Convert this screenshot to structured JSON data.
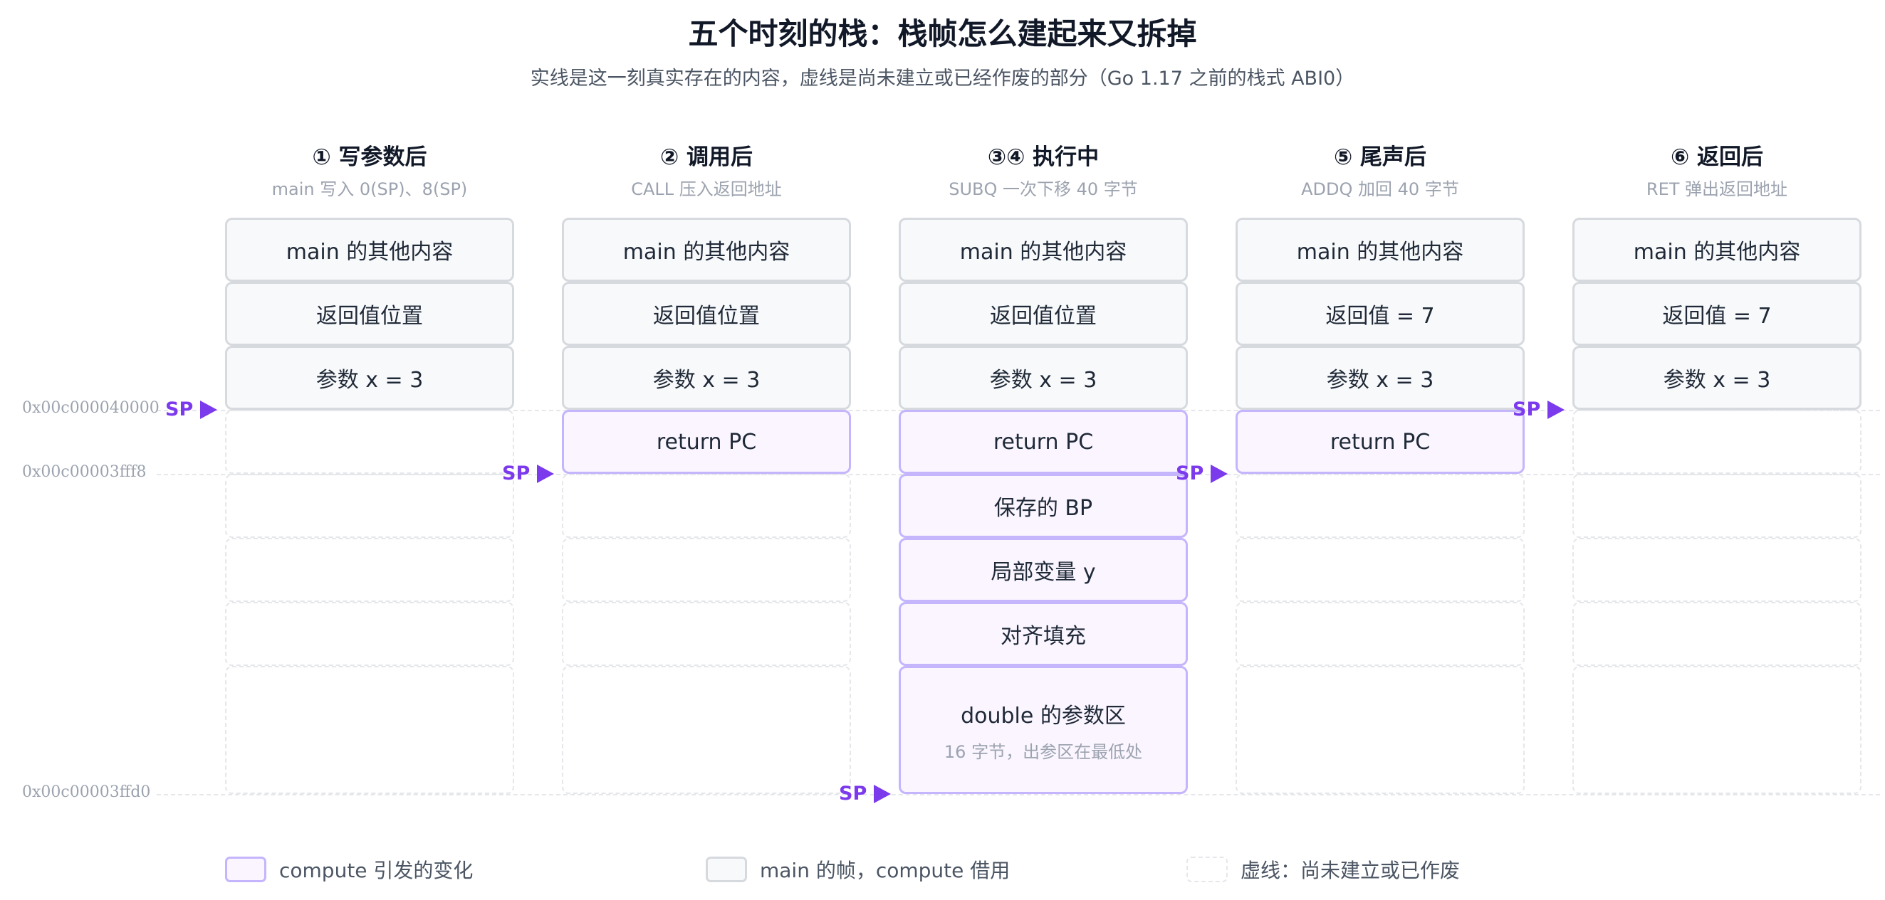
{
  "title": "五个时刻的栈：栈帧怎么建起来又拆掉",
  "subtitle": "实线是这一刻真实存在的内容，虚线是尚未建立或已经作废的部分（Go 1.17 之前的栈式 ABI0）",
  "sp_label": "SP",
  "addresses": [
    "0x00c000040000",
    "0x00c00003fff8",
    "0x00c00003ffd0"
  ],
  "columns": [
    {
      "title": "① 写参数后",
      "subtitle": "main 写入 0(SP)、8(SP)",
      "sp_address_index": 0,
      "cells": [
        {
          "text": "main 的其他内容",
          "style": "gray"
        },
        {
          "text": "返回值位置",
          "style": "gray"
        },
        {
          "text": "参数 x = 3",
          "style": "gray"
        },
        {
          "text": "",
          "style": "dashed"
        },
        {
          "text": "",
          "style": "dashed"
        },
        {
          "text": "",
          "style": "dashed"
        },
        {
          "text": "",
          "style": "dashed"
        },
        {
          "text": "",
          "style": "dashed"
        }
      ]
    },
    {
      "title": "② 调用后",
      "subtitle": "CALL 压入返回地址",
      "sp_address_index": 1,
      "cells": [
        {
          "text": "main 的其他内容",
          "style": "gray"
        },
        {
          "text": "返回值位置",
          "style": "gray"
        },
        {
          "text": "参数 x = 3",
          "style": "gray"
        },
        {
          "text": "return PC",
          "style": "purple"
        },
        {
          "text": "",
          "style": "dashed"
        },
        {
          "text": "",
          "style": "dashed"
        },
        {
          "text": "",
          "style": "dashed"
        },
        {
          "text": "",
          "style": "dashed"
        }
      ]
    },
    {
      "title": "③④ 执行中",
      "subtitle": "SUBQ 一次下移 40 字节",
      "sp_address_index": 2,
      "cells": [
        {
          "text": "main 的其他内容",
          "style": "gray"
        },
        {
          "text": "返回值位置",
          "style": "gray"
        },
        {
          "text": "参数 x = 3",
          "style": "gray"
        },
        {
          "text": "return PC",
          "style": "purple"
        },
        {
          "text": "保存的 BP",
          "style": "purple"
        },
        {
          "text": "局部变量 y",
          "style": "purple"
        },
        {
          "text": "对齐填充",
          "style": "purple"
        },
        {
          "text": "double 的参数区",
          "note": "16 字节，出参区在最低处",
          "style": "purple"
        }
      ]
    },
    {
      "title": "⑤ 尾声后",
      "subtitle": "ADDQ 加回 40 字节",
      "sp_address_index": 1,
      "cells": [
        {
          "text": "main 的其他内容",
          "style": "gray"
        },
        {
          "text": "返回值 = 7",
          "style": "gray"
        },
        {
          "text": "参数 x = 3",
          "style": "gray"
        },
        {
          "text": "return PC",
          "style": "purple"
        },
        {
          "text": "",
          "style": "dashed"
        },
        {
          "text": "",
          "style": "dashed"
        },
        {
          "text": "",
          "style": "dashed"
        },
        {
          "text": "",
          "style": "dashed"
        }
      ]
    },
    {
      "title": "⑥ 返回后",
      "subtitle": "RET 弹出返回地址",
      "sp_address_index": 0,
      "cells": [
        {
          "text": "main 的其他内容",
          "style": "gray"
        },
        {
          "text": "返回值 = 7",
          "style": "gray"
        },
        {
          "text": "参数 x = 3",
          "style": "gray"
        },
        {
          "text": "",
          "style": "dashed"
        },
        {
          "text": "",
          "style": "dashed"
        },
        {
          "text": "",
          "style": "dashed"
        },
        {
          "text": "",
          "style": "dashed"
        },
        {
          "text": "",
          "style": "dashed"
        }
      ]
    }
  ],
  "legend": [
    {
      "swatch": "purple",
      "label": "compute 引发的变化"
    },
    {
      "swatch": "gray",
      "label": "main 的帧，compute 借用"
    },
    {
      "swatch": "dashed",
      "label": "虚线：尚未建立或已作废"
    }
  ]
}
